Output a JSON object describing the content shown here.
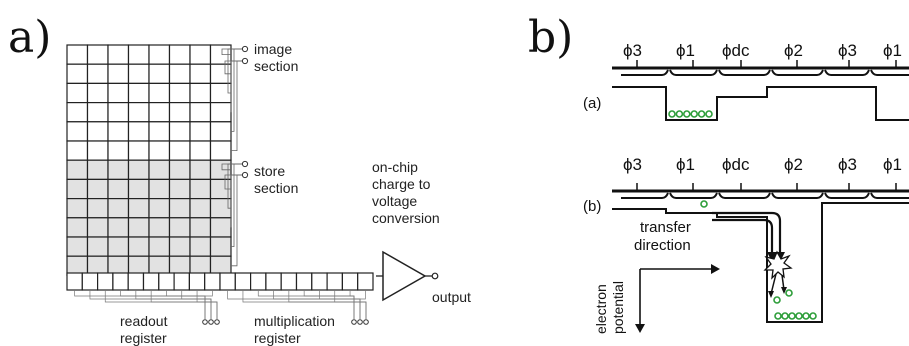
{
  "panel_a": {
    "label": "a)",
    "image_section": [
      "image",
      "section"
    ],
    "store_section": [
      "store",
      "section"
    ],
    "amplifier_label": [
      "on-chip",
      "charge to",
      "voltage",
      "conversion"
    ],
    "output": "output",
    "readout_register": [
      "readout",
      "register"
    ],
    "multiplication_register": [
      "multiplication",
      "register"
    ]
  },
  "panel_b": {
    "label": "b)",
    "phases": [
      "ϕ3",
      "ϕ1",
      "ϕdc",
      "ϕ2",
      "ϕ3",
      "ϕ1"
    ],
    "sub_a": "(a)",
    "sub_b": "(b)",
    "transfer_direction": [
      "transfer",
      "direction"
    ],
    "electron_potential": [
      "electron",
      "potential"
    ]
  },
  "colors": {
    "line": "#222222",
    "cell_white": "#ffffff",
    "cell_gray": "#e2e2e2",
    "electron": "#2e9e3a"
  }
}
